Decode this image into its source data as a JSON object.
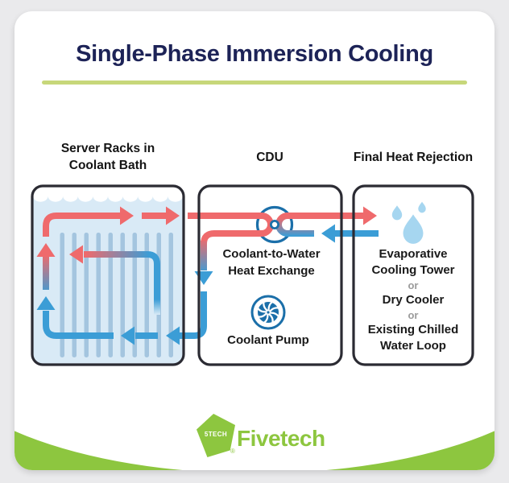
{
  "title": "Single-Phase Immersion Cooling",
  "diagram": {
    "tank": {
      "header": [
        "Server Racks in",
        "Coolant Bath"
      ]
    },
    "cdu": {
      "header": "CDU",
      "heat_exchange_label": [
        "Coolant-to-Water",
        "Heat Exchange"
      ],
      "pump_label": "Coolant Pump"
    },
    "heat_rejection": {
      "header": "Final Heat Rejection",
      "lines": [
        "Evaporative",
        "Cooling Tower",
        "or",
        "Dry Cooler",
        "or",
        "Existing Chilled",
        "Water Loop"
      ]
    }
  },
  "logo": {
    "badge": "5TECH",
    "brand": "Fivetech",
    "mark": "®"
  },
  "colors": {
    "hot": "#EF6A6C",
    "cold": "#3B9DD6",
    "icon_blue": "#1B6FA9",
    "drop_blue": "#A6D6F0",
    "tank_fill": "#D9EAF6",
    "rack_fin": "#A4C5DF",
    "box_border": "#2B2B33",
    "accent_underline": "#C7D77A",
    "brand_green": "#8DC63F",
    "title_navy": "#1D2357"
  }
}
